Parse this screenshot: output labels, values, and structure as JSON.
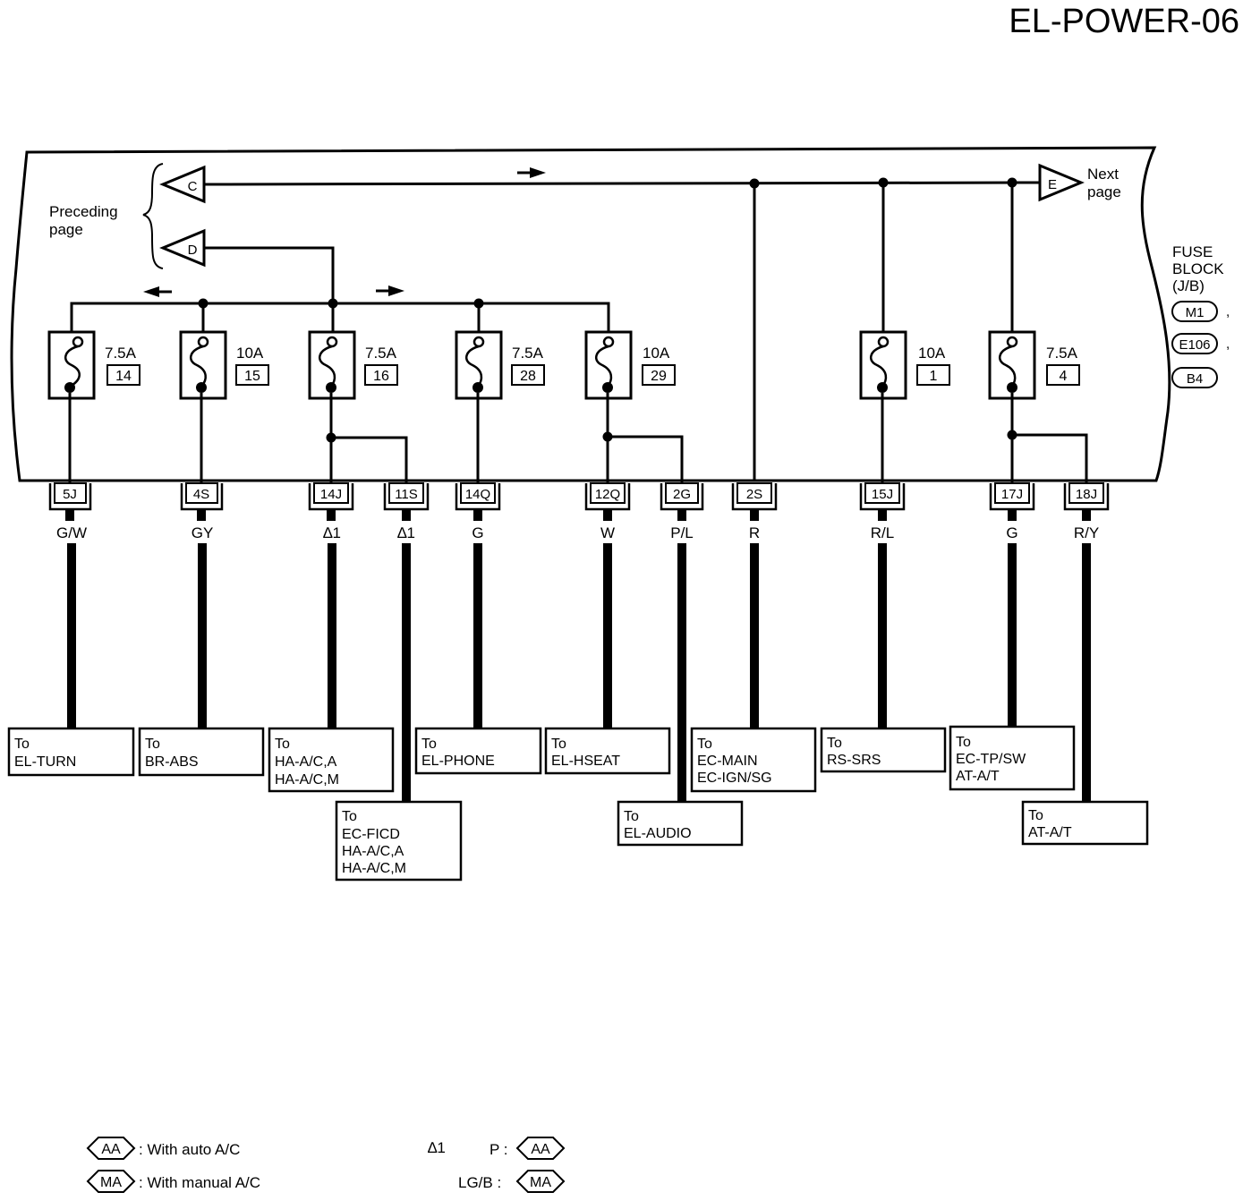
{
  "page_code": "EL-POWER-06",
  "fuse_block": {
    "lines": [
      "FUSE",
      "BLOCK",
      "(J/B)"
    ],
    "connectors": [
      "M1",
      "E106",
      "B4"
    ]
  },
  "preceding_page": {
    "lines": [
      "Preceding",
      "page"
    ],
    "terminals": [
      "C",
      "D"
    ]
  },
  "next_page": {
    "lines": [
      "Next",
      "page"
    ],
    "terminal": "E"
  },
  "fuses": [
    {
      "amp": "7.5A",
      "num": "14"
    },
    {
      "amp": "10A",
      "num": "15"
    },
    {
      "amp": "7.5A",
      "num": "16"
    },
    {
      "amp": "7.5A",
      "num": "28"
    },
    {
      "amp": "10A",
      "num": "29"
    },
    {
      "amp": "10A",
      "num": "1"
    },
    {
      "amp": "7.5A",
      "num": "4"
    }
  ],
  "terminals": [
    {
      "id": "5J",
      "color": "G/W"
    },
    {
      "id": "4S",
      "color": "GY"
    },
    {
      "id": "14J",
      "color": "∆1"
    },
    {
      "id": "11S",
      "color": "∆1"
    },
    {
      "id": "14Q",
      "color": "G"
    },
    {
      "id": "12Q",
      "color": "W"
    },
    {
      "id": "2G",
      "color": "P/L"
    },
    {
      "id": "2S",
      "color": "R"
    },
    {
      "id": "15J",
      "color": "R/L"
    },
    {
      "id": "17J",
      "color": "G"
    },
    {
      "id": "18J",
      "color": "R/Y"
    }
  ],
  "destinations": [
    {
      "lines": [
        "To",
        "EL-TURN"
      ]
    },
    {
      "lines": [
        "To",
        "BR-ABS"
      ]
    },
    {
      "lines": [
        "To",
        "HA-A/C,A",
        "HA-A/C,M"
      ]
    },
    {
      "lines": [
        "To",
        "EC-FICD",
        "HA-A/C,A",
        "HA-A/C,M"
      ]
    },
    {
      "lines": [
        "To",
        "EL-PHONE"
      ]
    },
    {
      "lines": [
        "To",
        "EL-HSEAT"
      ]
    },
    {
      "lines": [
        "To",
        "EL-AUDIO"
      ]
    },
    {
      "lines": [
        "To",
        "EC-MAIN",
        "EC-IGN/SG"
      ]
    },
    {
      "lines": [
        "To",
        "RS-SRS"
      ]
    },
    {
      "lines": [
        "To",
        "EC-TP/SW",
        "AT-A/T"
      ]
    },
    {
      "lines": [
        "To",
        "AT-A/T"
      ]
    }
  ],
  "legend": {
    "aa_code": "AA",
    "aa_text": ": With auto A/C",
    "ma_code": "MA",
    "ma_text": ": With manual A/C",
    "star_note": "∆1",
    "p_label": "P :",
    "p_code": "AA",
    "lgb_label": "LG/B :",
    "lgb_code": "MA"
  }
}
